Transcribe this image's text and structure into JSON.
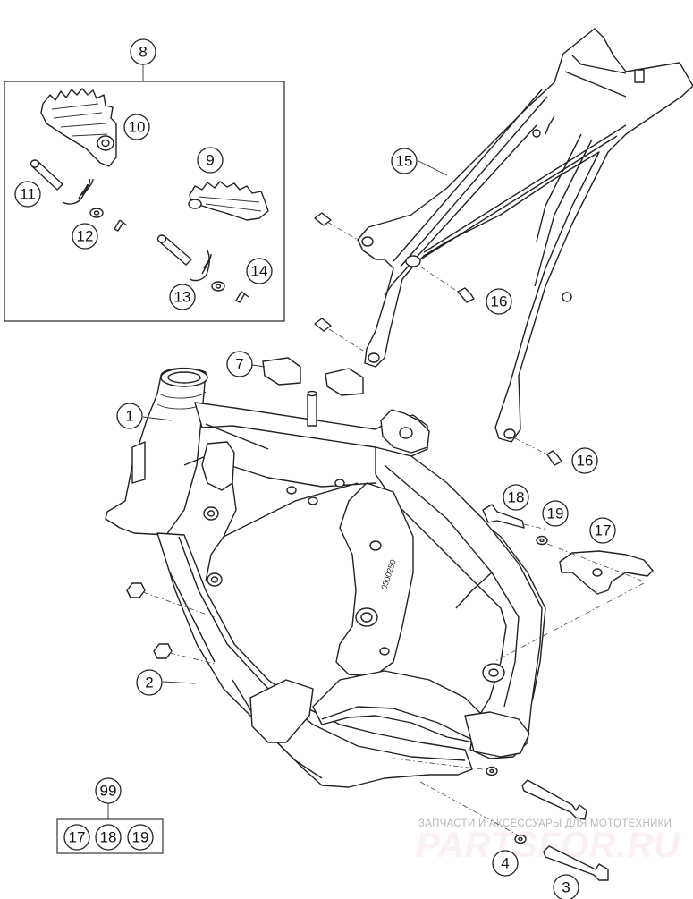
{
  "callouts": {
    "c1": "1",
    "c2": "2",
    "c3": "3",
    "c4": "4",
    "c7": "7",
    "c8": "8",
    "c9": "9",
    "c10": "10",
    "c11": "11",
    "c12": "12",
    "c13": "13",
    "c14": "14",
    "c15": "15",
    "c16a": "16",
    "c16b": "16",
    "c17": "17",
    "c18": "18",
    "c19": "19",
    "c99": "99",
    "kit17": "17",
    "kit18": "18",
    "kit19": "19"
  },
  "watermark": {
    "line1": "ЗАПЧАСТИ И АКСЕССУАРЫ ДЛЯ МОТОТЕХНИКИ",
    "logo_text": "PARTSFOR.RU",
    "color": "#e48a9f"
  },
  "frame_stamp": "0500250"
}
